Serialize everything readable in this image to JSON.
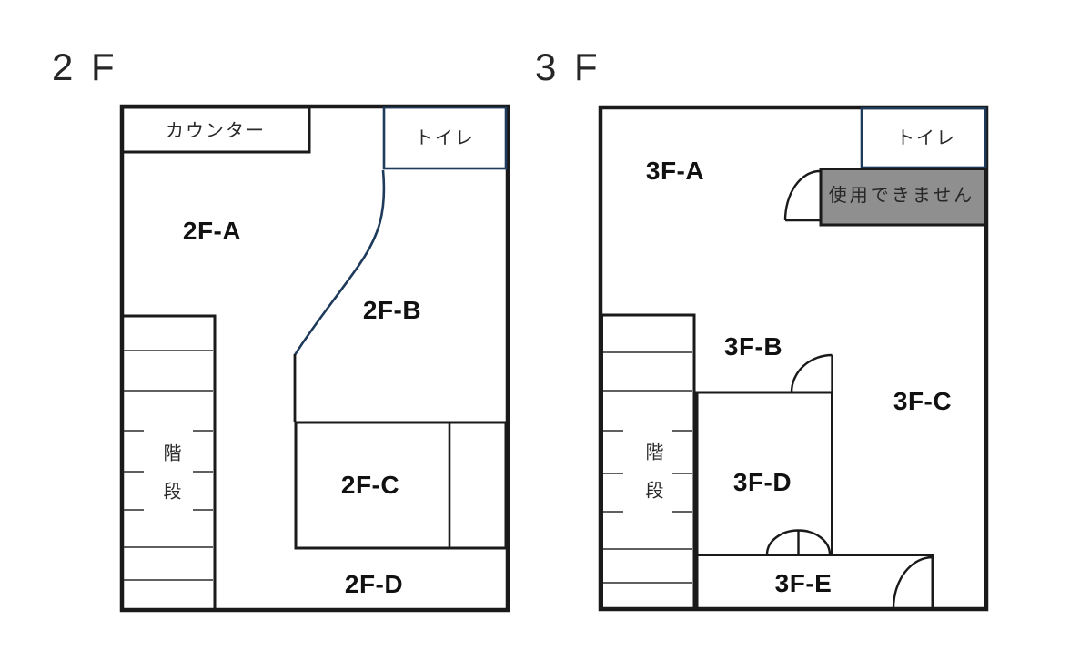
{
  "colors": {
    "wall": "#1a1a1a",
    "accent_navy": "#1f3b5c",
    "unavailable_fill": "#8f8f8f",
    "tread": "#4a4a4a"
  },
  "floor_2f": {
    "title": "2 F",
    "counter_label": "カウンター",
    "toilet_label": "トイレ",
    "stairs_label": "階段",
    "rooms": {
      "a": "2F-A",
      "b": "2F-B",
      "c": "2F-C",
      "d": "2F-D"
    }
  },
  "floor_3f": {
    "title": "3 F",
    "toilet_label": "トイレ",
    "unavailable_label": "使用できません",
    "stairs_label": "階段",
    "rooms": {
      "a": "3F-A",
      "b": "3F-B",
      "c": "3F-C",
      "d": "3F-D",
      "e": "3F-E"
    }
  }
}
